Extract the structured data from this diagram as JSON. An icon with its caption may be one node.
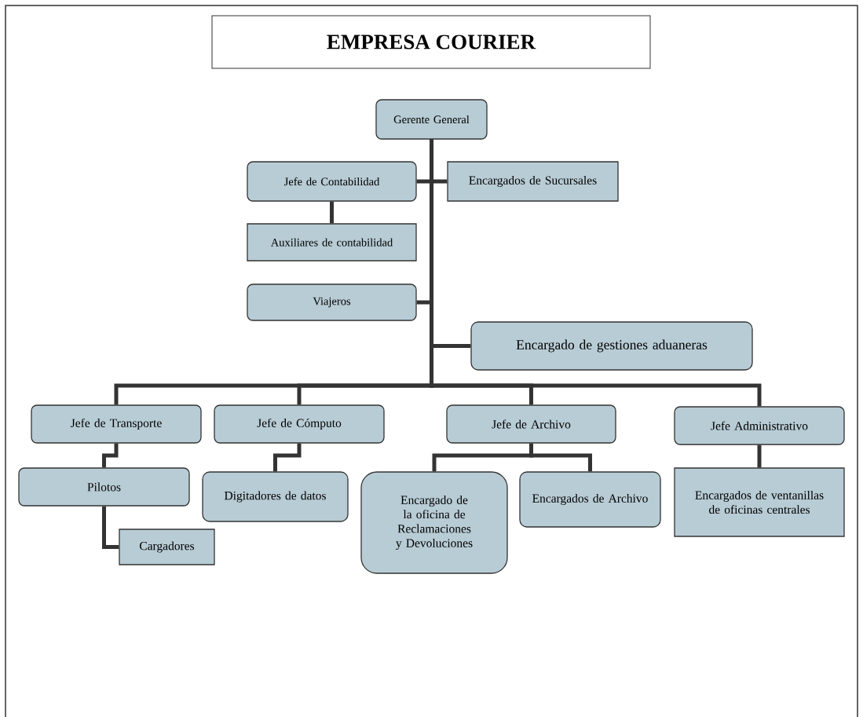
{
  "diagram": {
    "title": "EMPRESA COURIER",
    "nodes": [
      {
        "text": [
          "Gerente General"
        ]
      },
      {
        "text": [
          "Jefe de Contabilidad"
        ]
      },
      {
        "text": [
          "Encargados de Sucursales"
        ]
      },
      {
        "text": [
          "Auxiliares de contabilidad"
        ]
      },
      {
        "text": [
          "Viajeros"
        ]
      },
      {
        "text": [
          "Encargado de gestiones aduaneras"
        ]
      },
      {
        "text": [
          "Jefe de Transporte"
        ]
      },
      {
        "text": [
          "Jefe de Cómputo"
        ]
      },
      {
        "text": [
          "Jefe de Archivo"
        ]
      },
      {
        "text": [
          "Jefe Administrativo"
        ]
      },
      {
        "text": [
          "Pilotos"
        ]
      },
      {
        "text": [
          "Digitadores de datos"
        ]
      },
      {
        "text": [
          "Encargado de la oficina de Reclamaciones y Devoluciones"
        ]
      },
      {
        "text": [
          "Encargados de Archivo"
        ]
      },
      {
        "text": [
          "Encargados de ventanillas de oficinas centrales"
        ]
      },
      {
        "text": [
          "Cargadores"
        ]
      }
    ],
    "edges": [
      {
        "from": 0,
        "to": 1,
        "arrow": "none"
      },
      {
        "from": 0,
        "to": 2,
        "arrow": "none"
      },
      {
        "from": 1,
        "to": 3,
        "arrow": "none"
      },
      {
        "from": 0,
        "to": 4,
        "arrow": "none"
      },
      {
        "from": 0,
        "to": 5,
        "arrow": "none"
      },
      {
        "from": 0,
        "to": 6,
        "arrow": "none"
      },
      {
        "from": 0,
        "to": 7,
        "arrow": "none"
      },
      {
        "from": 0,
        "to": 8,
        "arrow": "none"
      },
      {
        "from": 0,
        "to": 9,
        "arrow": "none"
      },
      {
        "from": 6,
        "to": 10,
        "arrow": "none"
      },
      {
        "from": 10,
        "to": 15,
        "arrow": "none"
      },
      {
        "from": 7,
        "to": 11,
        "arrow": "none"
      },
      {
        "from": 8,
        "to": 12,
        "arrow": "none"
      },
      {
        "from": 8,
        "to": 13,
        "arrow": "none"
      },
      {
        "from": 9,
        "to": 14,
        "arrow": "none"
      }
    ]
  }
}
